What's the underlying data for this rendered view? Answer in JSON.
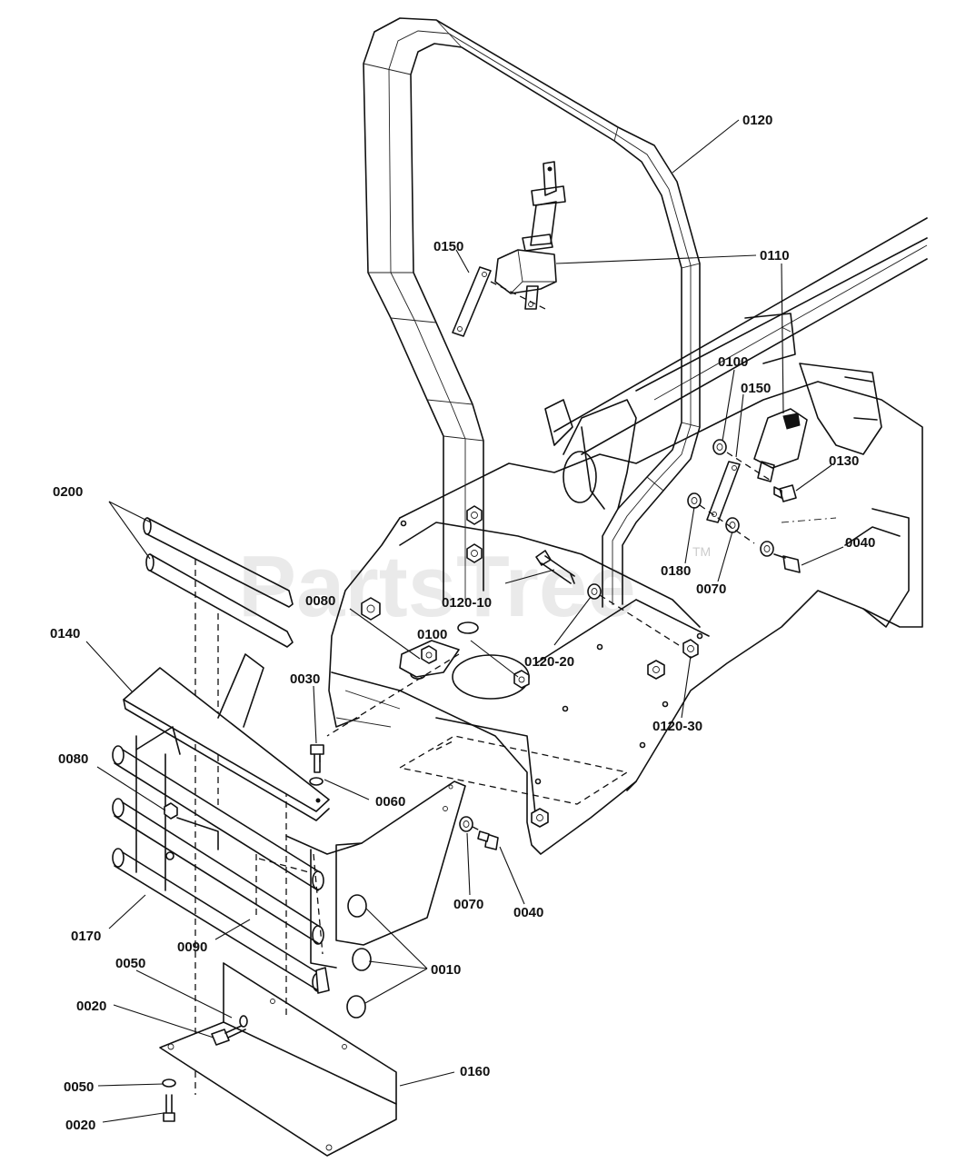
{
  "watermark": {
    "text": "PartsTree",
    "trademark": "TM"
  },
  "callouts": [
    {
      "id": "c0120a",
      "text": "0120"
    },
    {
      "id": "c0110",
      "text": "0110"
    },
    {
      "id": "c0150a",
      "text": "0150"
    },
    {
      "id": "c0100a",
      "text": "0100"
    },
    {
      "id": "c0150b",
      "text": "0150"
    },
    {
      "id": "c0130",
      "text": "0130"
    },
    {
      "id": "c0040a",
      "text": "0040"
    },
    {
      "id": "c0070a",
      "text": "0070"
    },
    {
      "id": "c0180",
      "text": "0180"
    },
    {
      "id": "c0200",
      "text": "0200"
    },
    {
      "id": "c0120-10",
      "text": "0120-10"
    },
    {
      "id": "c0080a",
      "text": "0080"
    },
    {
      "id": "c0140",
      "text": "0140"
    },
    {
      "id": "c0100b",
      "text": "0100"
    },
    {
      "id": "c0120-20",
      "text": "0120-20"
    },
    {
      "id": "c0030",
      "text": "0030"
    },
    {
      "id": "c0120-30",
      "text": "0120-30"
    },
    {
      "id": "c0080b",
      "text": "0080"
    },
    {
      "id": "c0060",
      "text": "0060"
    },
    {
      "id": "c0070b",
      "text": "0070"
    },
    {
      "id": "c0040b",
      "text": "0040"
    },
    {
      "id": "c0170",
      "text": "0170"
    },
    {
      "id": "c0090",
      "text": "0090"
    },
    {
      "id": "c0010",
      "text": "0010"
    },
    {
      "id": "c0050a",
      "text": "0050"
    },
    {
      "id": "c0020a",
      "text": "0020"
    },
    {
      "id": "c0160",
      "text": "0160"
    },
    {
      "id": "c0050b",
      "text": "0050"
    },
    {
      "id": "c0020b",
      "text": "0020"
    }
  ]
}
